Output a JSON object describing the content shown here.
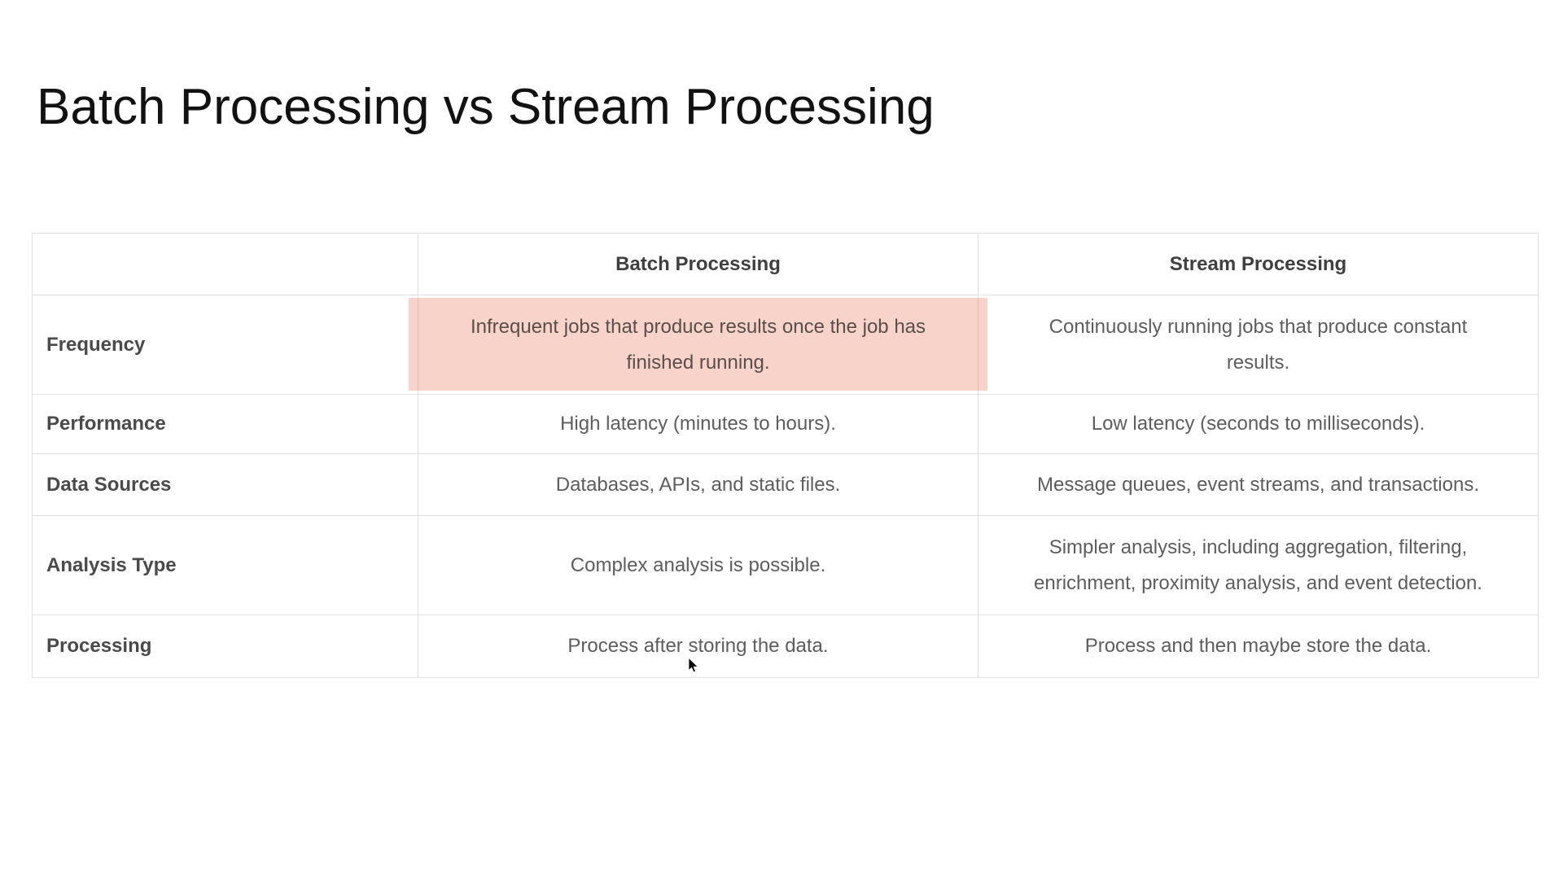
{
  "page": {
    "title": "Batch Processing vs Stream Processing"
  },
  "table": {
    "columns": [
      "",
      "Batch Processing",
      "Stream Processing"
    ],
    "rows": [
      {
        "label": "Frequency",
        "batch": "Infrequent jobs that produce results once the job has\nfinished running.",
        "stream": "Continuously running jobs that produce constant\nresults.",
        "batch_highlighted": true
      },
      {
        "label": "Performance",
        "batch": "High latency (minutes to hours).",
        "stream": "Low latency (seconds to milliseconds)."
      },
      {
        "label": "Data Sources",
        "batch": "Databases, APIs, and static files.",
        "stream": "Message queues, event streams, and transactions."
      },
      {
        "label": "Analysis Type",
        "batch": "Complex analysis is possible.",
        "stream": "Simpler analysis, including aggregation, filtering,\nenrichment, proximity analysis, and event detection."
      },
      {
        "label": "Processing",
        "batch": "Process after storing the data.",
        "stream": "Process and then maybe store the data."
      }
    ]
  },
  "annotations": {
    "highlight_target": "Frequency / Batch Processing cell"
  },
  "cursor": {
    "name": "arrow-pointer"
  },
  "theme": {
    "background-color": "#ffffff",
    "title-color": "#121212",
    "border-color": "#e2e2e2",
    "header-text-color": "#3f3f3f",
    "label-text-color": "#4a4a4a",
    "body-text-color": "#5d5d5d",
    "highlight-color": "#f8d3ca",
    "cursor-color": "#000000"
  }
}
